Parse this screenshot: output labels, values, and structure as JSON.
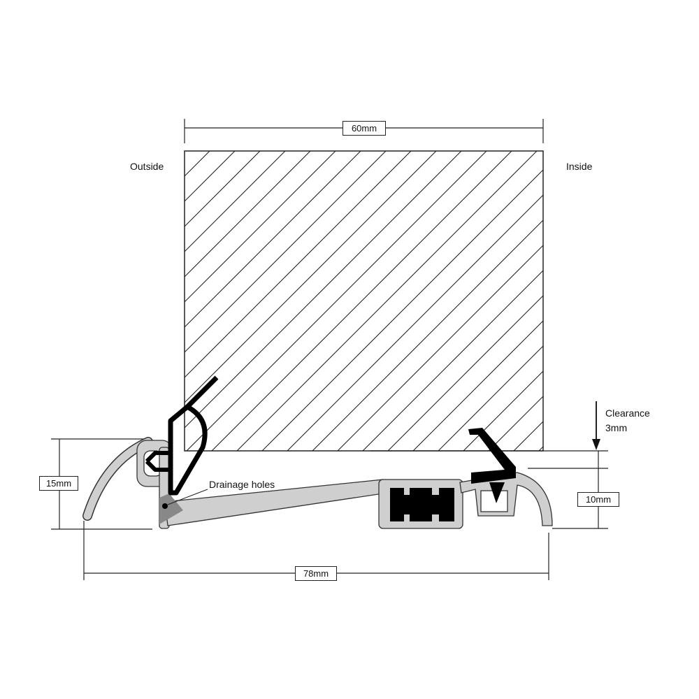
{
  "title": "Threshold section drawing",
  "labels": {
    "outside": "Outside",
    "inside": "Inside",
    "clearance_line1": "Clearance",
    "clearance_line2": "3mm",
    "drainage": "Drainage holes"
  },
  "dimensions": {
    "door_width": "60mm",
    "threshold_width": "78mm",
    "outside_height": "15mm",
    "inside_height": "10mm"
  },
  "colors": {
    "profile": "#cfcfcf",
    "seal": "#000000",
    "line": "#222222"
  }
}
